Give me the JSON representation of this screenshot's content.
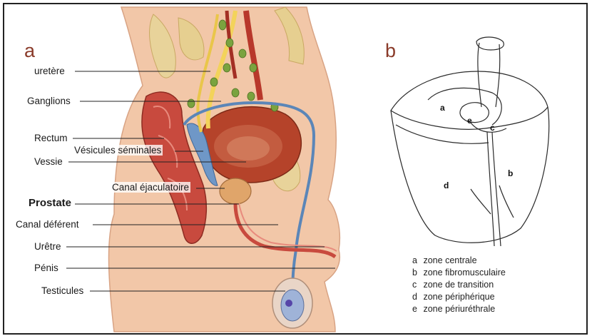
{
  "figure": {
    "panel_a_letter": "a",
    "panel_b_letter": "b"
  },
  "anatomy_labels": [
    {
      "id": "uretere",
      "text": "uretère"
    },
    {
      "id": "ganglions",
      "text": "Ganglions"
    },
    {
      "id": "rectum",
      "text": "Rectum"
    },
    {
      "id": "vesicules",
      "text": "Vésicules séminales"
    },
    {
      "id": "vessie",
      "text": "Vessie"
    },
    {
      "id": "canal_ejaculatoire",
      "text": "Canal éjaculatoire"
    },
    {
      "id": "prostate",
      "text": "Prostate"
    },
    {
      "id": "canal_deferent",
      "text": "Canal déférent"
    },
    {
      "id": "uretre",
      "text": "Urêtre"
    },
    {
      "id": "penis",
      "text": "Pénis"
    },
    {
      "id": "testicules",
      "text": "Testicules"
    }
  ],
  "zones": {
    "letters": {
      "a": "a",
      "b": "b",
      "c": "c",
      "d": "d",
      "e": "e"
    },
    "legend": [
      {
        "key": "a",
        "text": "zone centrale"
      },
      {
        "key": "b",
        "text": "zone fibromusculaire"
      },
      {
        "key": "c",
        "text": "zone de transition"
      },
      {
        "key": "d",
        "text": "zone périphérique"
      },
      {
        "key": "e",
        "text": "zone périuréthrale"
      }
    ]
  },
  "colors": {
    "skin": "#f2c7a8",
    "muscle": "#c84a3e",
    "bone": "#e8d39a",
    "bladder": "#b5432a",
    "vessel_blue": "#5b86b8",
    "nerve_yellow": "#f3d35a",
    "gland_green": "#7aa33f",
    "panel_letter": "#8a3b2a"
  }
}
